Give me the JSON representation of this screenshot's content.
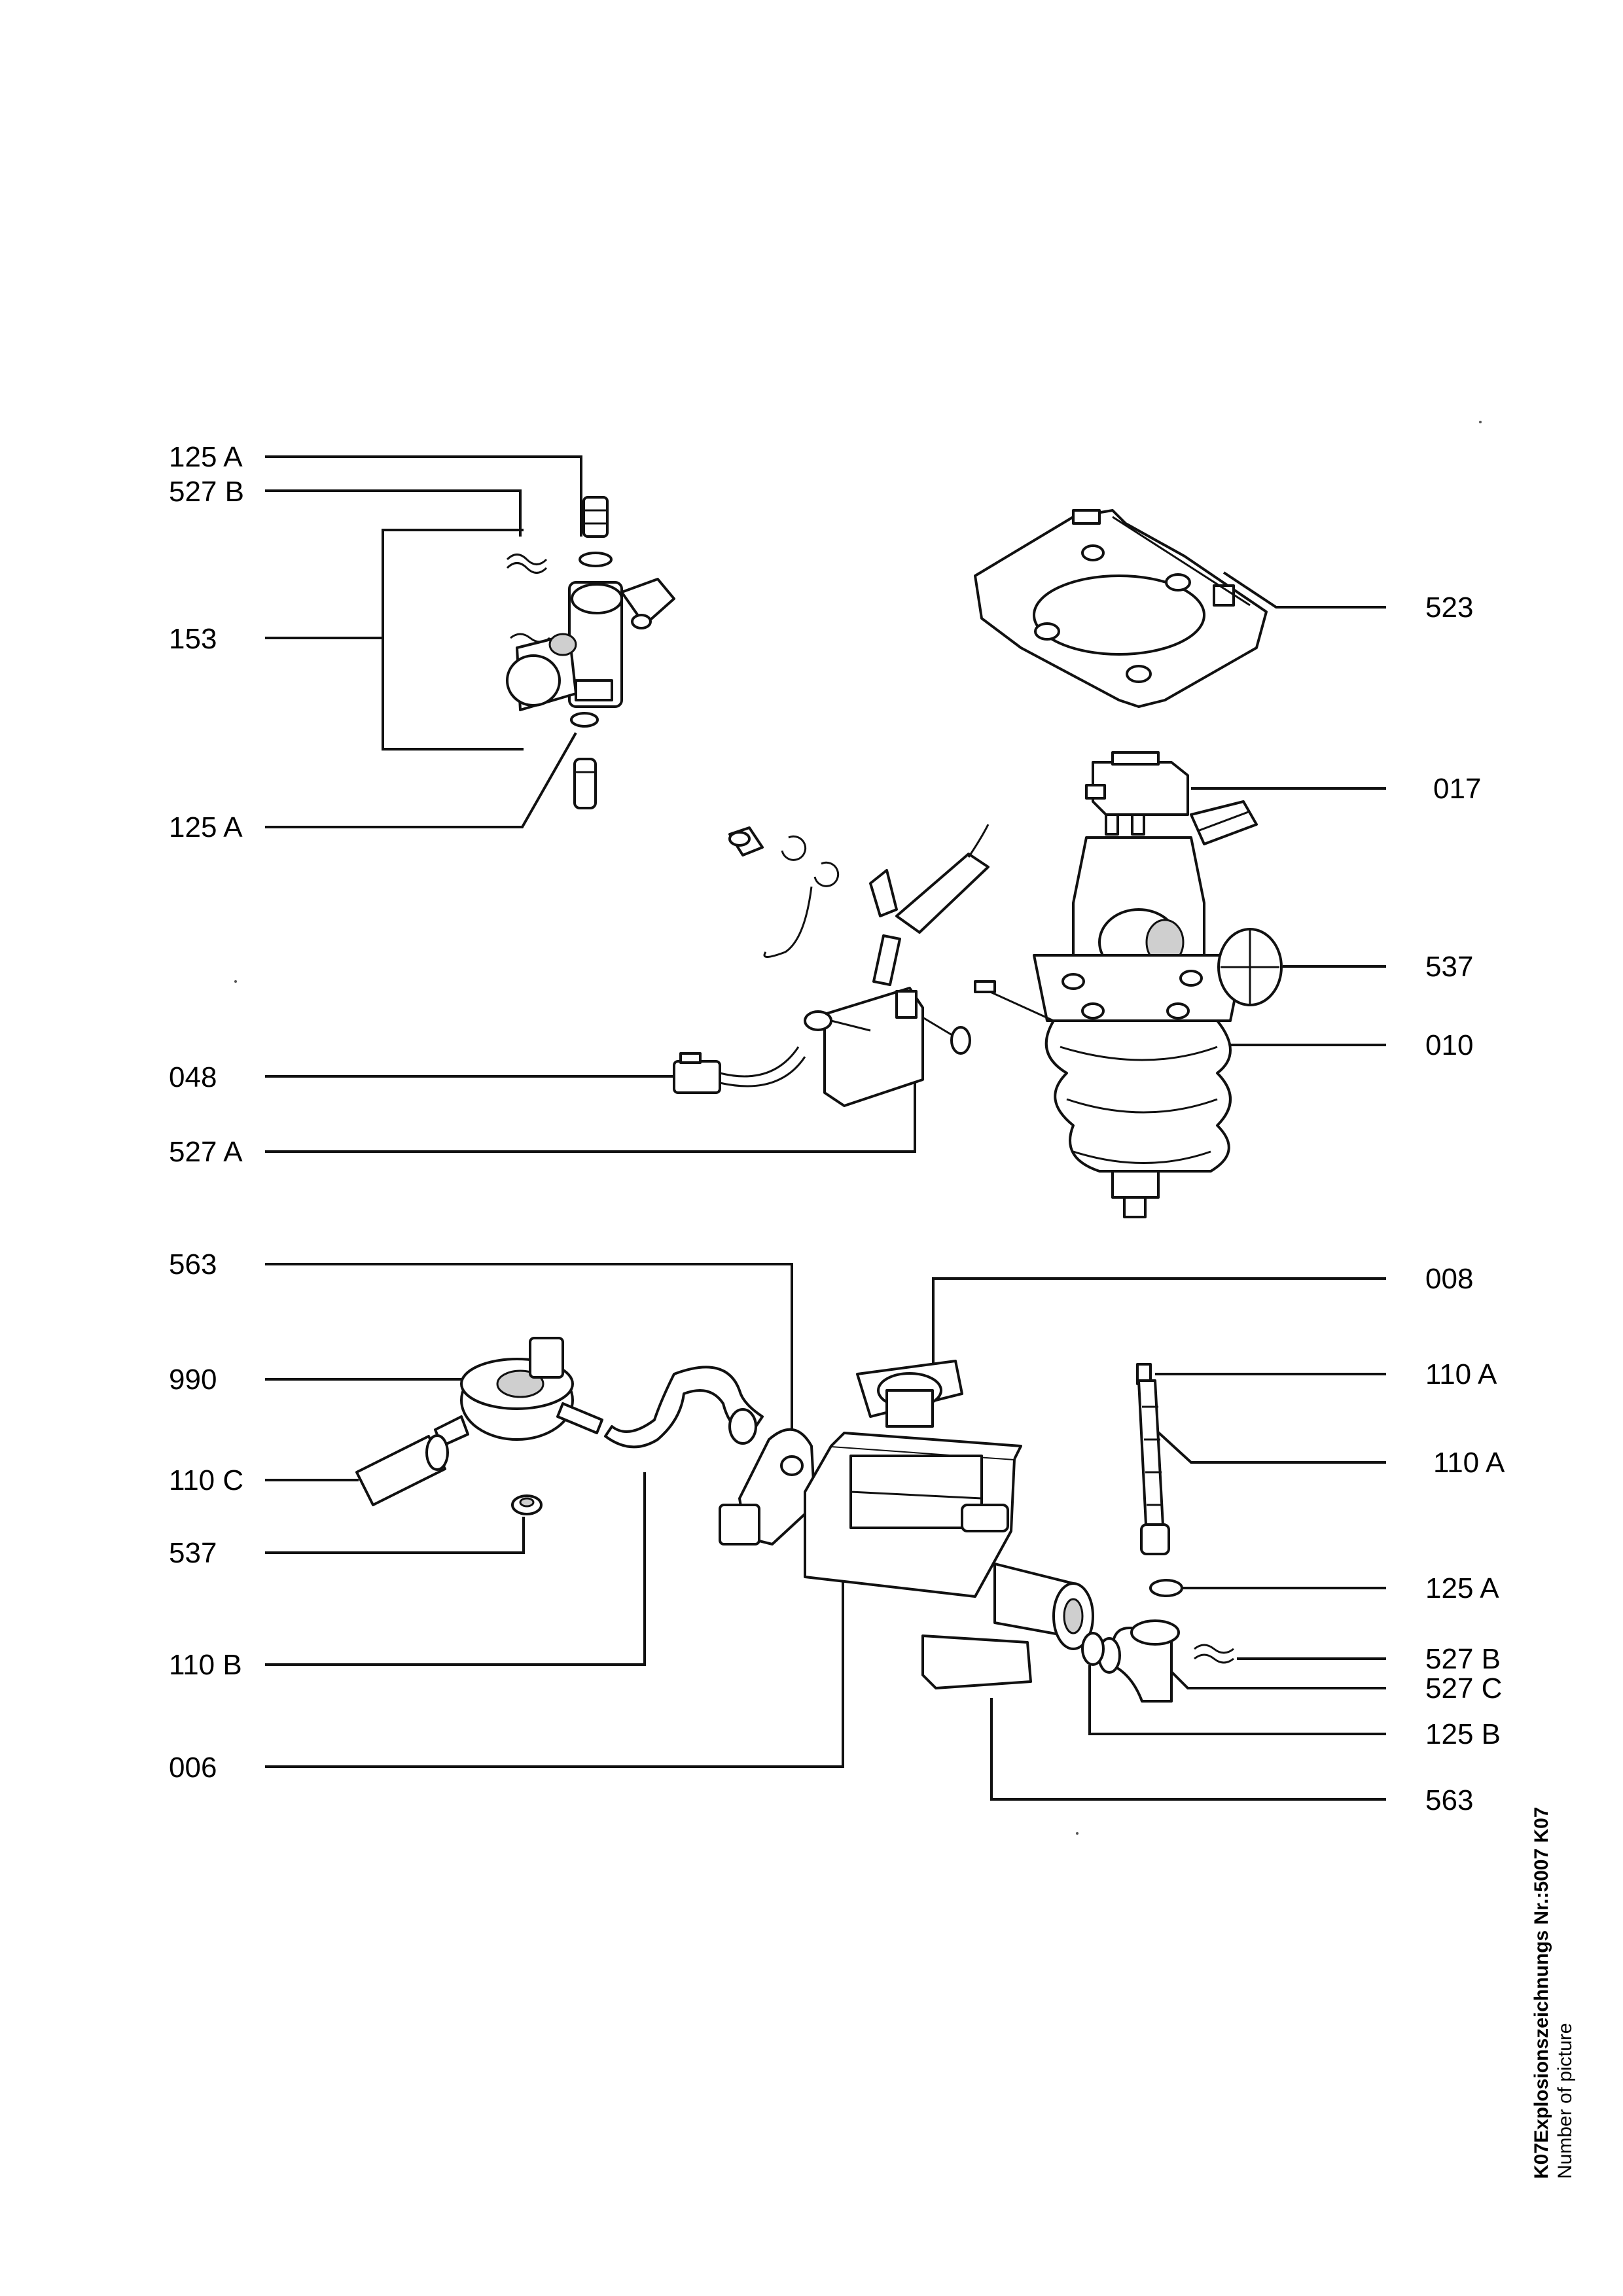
{
  "labels_left": {
    "125a_top": "125 A",
    "527b_top": "527 B",
    "153": "153",
    "125a_mid": "125 A",
    "048": "048",
    "527a": "527 A",
    "563_left": "563",
    "990": "990",
    "110c": "110 C",
    "537_left": "537",
    "110b": "110 B",
    "006": "006"
  },
  "labels_right": {
    "523": "523",
    "017": "017",
    "537_right": "537",
    "010": "010",
    "008": "008",
    "110a_1": "110 A",
    "110a_2": "110 A",
    "125a_right": "125 A",
    "527b_right": "527 B",
    "527c": "527 C",
    "125b": "125 B",
    "563_right": "563"
  },
  "footer": {
    "title": "K07Explosionszeichnungs Nr.:5007 K07",
    "subtitle": "Number of picture"
  }
}
